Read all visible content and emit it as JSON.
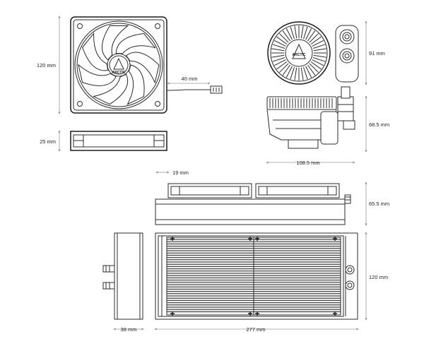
{
  "dimensions": {
    "fan_height": "120 mm",
    "cable_length": "40 mm",
    "fan_thickness": "25 mm",
    "pump_height": "91 mm",
    "pump_depth": "68.5 mm",
    "pump_width": "108.5 mm",
    "radiator_fan_offset": "19 mm",
    "radiator_total_height": "65.5 mm",
    "radiator_height": "120 mm",
    "radiator_thickness": "38 mm",
    "radiator_length": "277 mm"
  },
  "logo_text": "ARCTIC"
}
